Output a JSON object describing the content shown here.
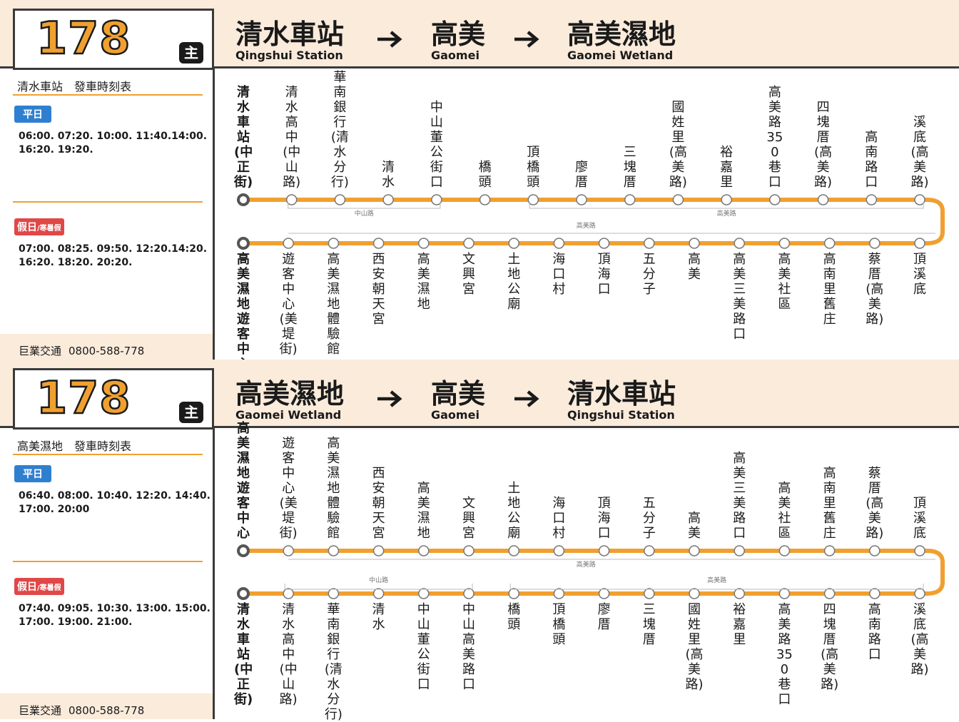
{
  "colors": {
    "accent": "#f0a030",
    "header_bg": "#faebdb",
    "weekday_badge": "#2f7fd0",
    "holiday_badge": "#e04848"
  },
  "panels": [
    {
      "route": "178",
      "badge": "主",
      "origin": {
        "zh": "清水車站",
        "en": "Qingshui Station"
      },
      "via": {
        "zh": "高美",
        "en": "Gaomei"
      },
      "destination": {
        "zh": "高美濕地",
        "en": "Gaomei Wetland"
      },
      "arrow_icon": "arrow-right-icon",
      "timetable_title": "清水車站　發車時刻表",
      "weekday_label": "平日",
      "weekday_times": [
        "06:00. 07:20. 10:00. 11:40.14:00.",
        "16:20. 19:20."
      ],
      "holiday_label": "假日",
      "holiday_sub": "/寒暑假",
      "holiday_times": [
        "07:00. 08:25. 09:50. 12:20.14:20.",
        "16:20. 18:20. 20:20."
      ],
      "company": "巨業交通",
      "phone": "0800-588-778",
      "top_stops": [
        "清水車站(中正街)",
        "清水高中(中山路)",
        "華南銀行(清水分行)",
        "清水",
        "中山董公街口",
        "橋頭",
        "頂橋頭",
        "廖厝",
        "三塊厝",
        "國姓里(高美路)",
        "裕嘉里",
        "高美路350巷口",
        "四塊厝(高美路)",
        "高南路口",
        "溪底(高美路)"
      ],
      "bottom_stops": [
        "高美濕地遊客中心",
        "遊客中心(美堤街)",
        "高美濕地體驗館",
        "西安朝天宮",
        "高美濕地",
        "文興宮",
        "土地公廟",
        "海口村",
        "頂海口",
        "五分子",
        "高美",
        "高美三美路口",
        "高美社區",
        "高南里舊庄",
        "蔡厝(高美路)",
        "頂溪底"
      ],
      "roads": {
        "upper_left": "中山路",
        "upper_right": "高美路",
        "middle": "高美路"
      }
    },
    {
      "route": "178",
      "badge": "主",
      "origin": {
        "zh": "高美濕地",
        "en": "Gaomei Wetland"
      },
      "via": {
        "zh": "高美",
        "en": "Gaomei"
      },
      "destination": {
        "zh": "清水車站",
        "en": "Qingshui Station"
      },
      "arrow_icon": "arrow-right-icon",
      "timetable_title": "高美濕地　發車時刻表",
      "weekday_label": "平日",
      "weekday_times": [
        "06:40. 08:00. 10:40. 12:20. 14:40.",
        "17:00. 20:00"
      ],
      "holiday_label": "假日",
      "holiday_sub": "/寒暑假",
      "holiday_times": [
        "07:40. 09:05. 10:30. 13:00. 15:00.",
        "17:00. 19:00. 21:00."
      ],
      "company": "巨業交通",
      "phone": "0800-588-778",
      "top_stops": [
        "高美濕地遊客中心",
        "遊客中心(美堤街)",
        "高美濕地體驗館",
        "西安朝天宮",
        "高美濕地",
        "文興宮",
        "土地公廟",
        "海口村",
        "頂海口",
        "五分子",
        "高美",
        "高美三美路口",
        "高美社區",
        "高南里舊庄",
        "蔡厝(高美路)",
        "頂溪底"
      ],
      "bottom_stops": [
        "清水車站(中正街)",
        "清水高中(中山路)",
        "華南銀行(清水分行)",
        "清水",
        "中山董公街口",
        "中山高美路口",
        "橋頭",
        "頂橋頭",
        "廖厝",
        "三塊厝",
        "國姓里(高美路)",
        "裕嘉里",
        "高美路350巷口",
        "四塊厝(高美路)",
        "高南路口",
        "溪底(高美路)"
      ],
      "roads": {
        "middle": "高美路",
        "lower_left": "中山路",
        "lower_right": "高美路"
      }
    }
  ]
}
